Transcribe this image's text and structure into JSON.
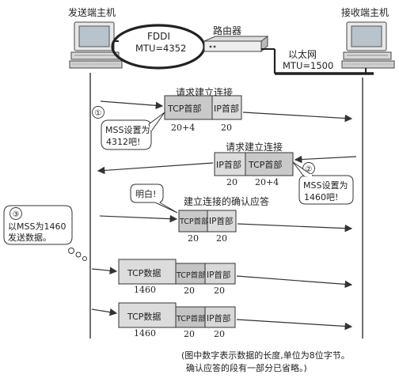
{
  "hosts": {
    "sender": "发送端主机",
    "receiver": "接收端主机",
    "router": "路由器"
  },
  "networks": {
    "fddi_name": "FDDI",
    "fddi_mtu": "MTU=4352",
    "ethernet_name": "以太网",
    "ethernet_mtu": "MTU=1500"
  },
  "step1": {
    "title": "请求建立连接",
    "tcp": "TCP首部",
    "ip": "IP首部",
    "tcp_size": "20+4",
    "ip_size": "20",
    "num": "①",
    "bubble_line1": "MSS设置为",
    "bubble_line2": "4312吧!"
  },
  "step2": {
    "title": "请求建立连接",
    "ip": "IP首部",
    "tcp": "TCP首部",
    "ip_size": "20",
    "tcp_size": "20+4",
    "num": "②",
    "bubble_line1": "MSS设置为",
    "bubble_line2": "1460吧!"
  },
  "ack": {
    "title": "建立连接的确认应答",
    "bubble": "明白!",
    "tcp": "TCP首部",
    "ip": "IP首部",
    "tcp_size": "20",
    "ip_size": "20"
  },
  "step3": {
    "num": "③",
    "line1": "以MSS为1460",
    "line2": "发送数据。"
  },
  "data_packets": [
    {
      "data": "TCP数据",
      "tcp": "TCP首部",
      "ip": "IP首部",
      "data_size": "1460",
      "tcp_size": "20",
      "ip_size": "20"
    },
    {
      "data": "TCP数据",
      "tcp": "TCP首部",
      "ip": "IP首部",
      "data_size": "1460",
      "tcp_size": "20",
      "ip_size": "20"
    }
  ],
  "note": {
    "line1": "(图中数字表示数据的长度,单位为8位字节。",
    "line2": "确认应答的段有一部分已省略。)"
  }
}
